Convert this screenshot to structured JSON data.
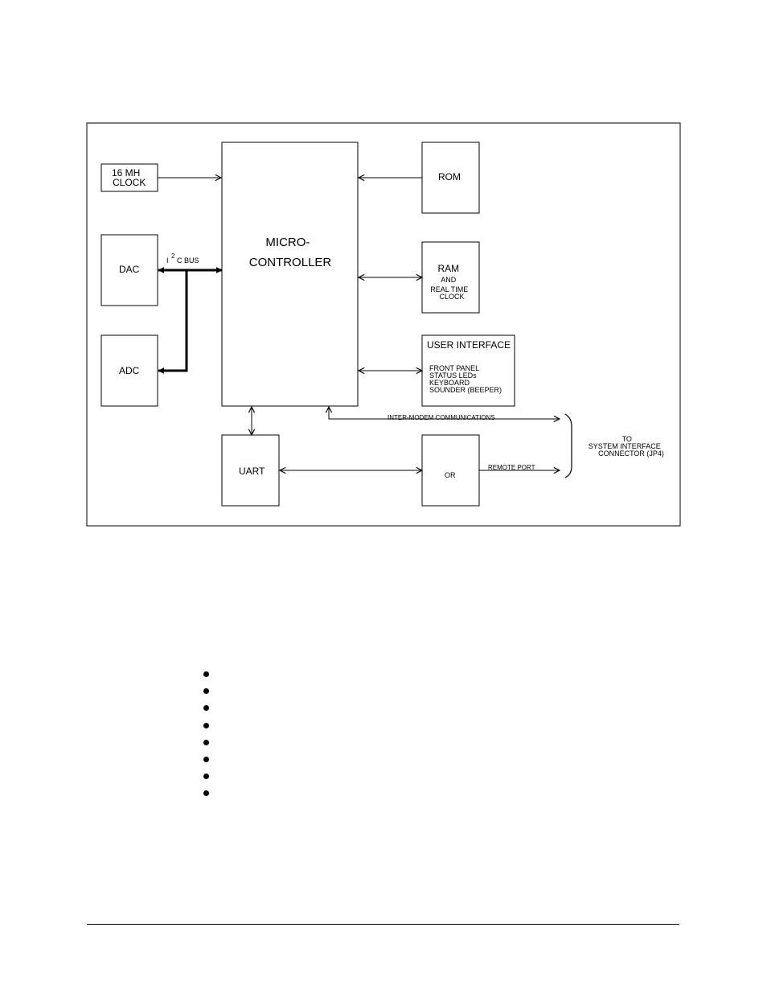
{
  "diagram": {
    "clock": [
      "16 MH",
      "CLOCK"
    ],
    "microcontroller": [
      "MICRO-",
      "CONTROLLER"
    ],
    "rom": "ROM",
    "ram": [
      "RAM",
      "AND",
      "REAL TIME",
      "CLOCK"
    ],
    "user_interface": {
      "title": "USER INTERFACE",
      "lines": [
        "FRONT PANEL",
        "STATUS LEDs",
        "KEYBOARD",
        "SOUNDER (BEEPER)"
      ]
    },
    "dac": "DAC",
    "adc": "ADC",
    "i2c_bus": {
      "prefix": "I",
      "superscript": "2",
      "suffix": "C BUS"
    },
    "uart": "UART",
    "or_gate": "OR",
    "inter_modem": "INTER-MODEM COMMUNICATIONS",
    "remote_port": "REMOTE PORT",
    "connector": [
      "TO",
      "SYSTEM INTERFACE",
      "CONNECTOR (JP4)"
    ]
  },
  "bullet_count": 8
}
